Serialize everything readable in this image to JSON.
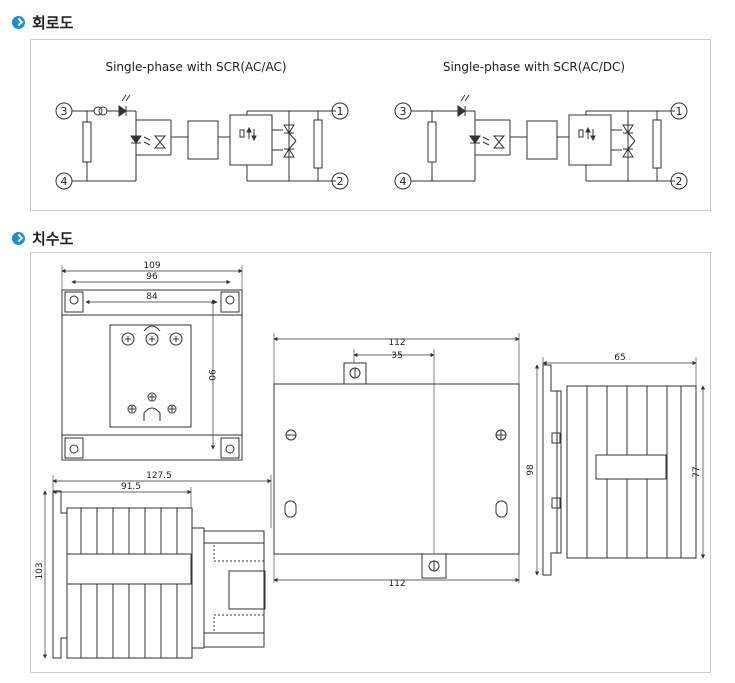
{
  "sections": {
    "circuit": {
      "title": "회로도"
    },
    "dimensions": {
      "title": "치수도"
    }
  },
  "circuit": {
    "left_title": "Single-phase with SCR(AC/AC)",
    "right_title": "Single-phase with SCR(AC/DC)",
    "terminals": [
      "3",
      "4",
      "1",
      "2"
    ]
  },
  "dimensions": {
    "top_view": {
      "width_overall": "109",
      "width_mid": "96",
      "width_inner": "84",
      "height": "90"
    },
    "side_view": {
      "width": "127.5",
      "inner": "91.5",
      "height": "103"
    },
    "front_view": {
      "width_top": "112",
      "hole_offset": "35",
      "width_bottom": "112"
    },
    "right_view": {
      "width": "65",
      "height_outer": "98",
      "height_inner": "77"
    }
  },
  "colors": {
    "accent": "#1f8fd6",
    "line": "#333333",
    "panel_border": "#cfcfcf"
  }
}
